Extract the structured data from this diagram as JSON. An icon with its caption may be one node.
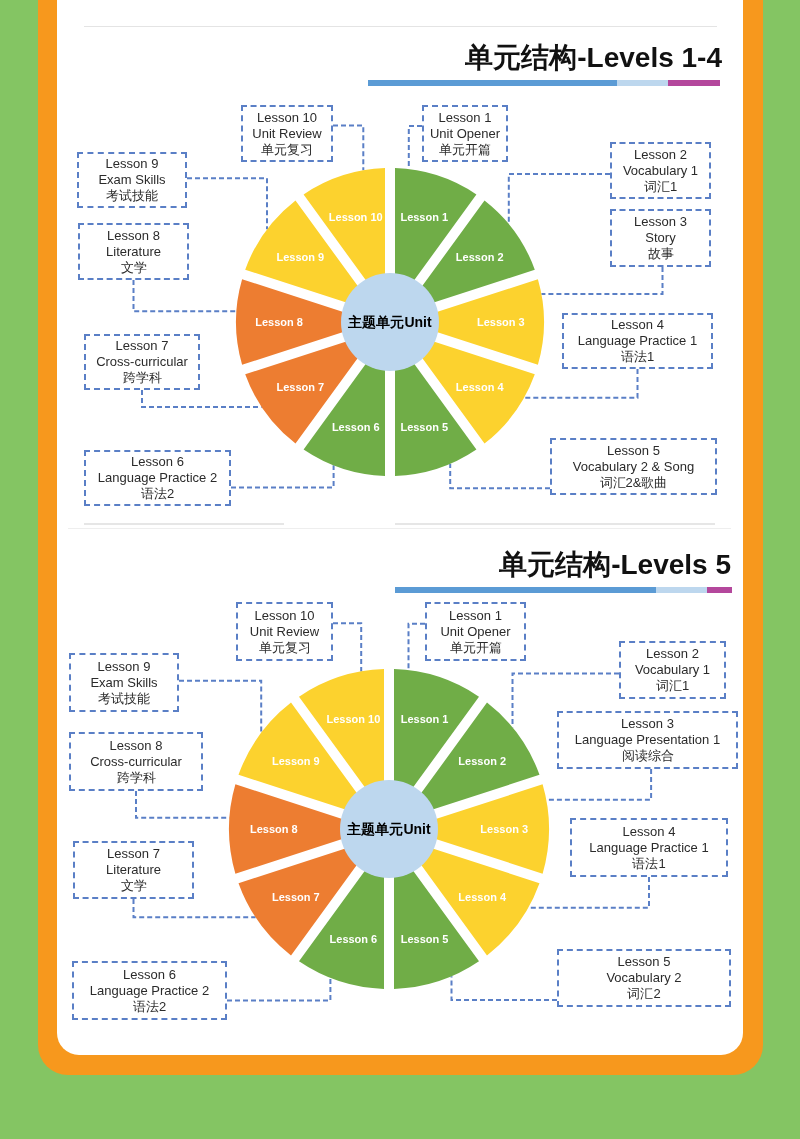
{
  "diagram": {
    "nodes": [
      {
        "text": [
          "主题单元Unit"
        ]
      },
      {
        "text": [
          "Lesson 1"
        ]
      },
      {
        "text": [
          "Lesson 2"
        ]
      },
      {
        "text": [
          "Lesson 3"
        ]
      },
      {
        "text": [
          "Lesson 4"
        ]
      },
      {
        "text": [
          "Lesson 5"
        ]
      },
      {
        "text": [
          "Lesson 6"
        ]
      },
      {
        "text": [
          "Lesson 7"
        ]
      },
      {
        "text": [
          "Lesson 8"
        ]
      },
      {
        "text": [
          "Lesson 9"
        ]
      },
      {
        "text": [
          "Lesson 10"
        ]
      },
      {
        "text": [
          "Lesson 1",
          "Unit Opener",
          "单元开篇"
        ]
      },
      {
        "text": [
          "Lesson 2",
          "Vocabulary 1",
          "词汇1"
        ]
      },
      {
        "text": [
          "Lesson 3",
          "Story",
          "故事"
        ]
      },
      {
        "text": [
          "Lesson 4",
          "Language Practice 1",
          "语法1"
        ]
      },
      {
        "text": [
          "Lesson 5",
          "Vocabulary 2 & Song",
          "词汇2&歌曲"
        ]
      },
      {
        "text": [
          "Lesson 6",
          "Language Practice 2",
          "语法2"
        ]
      },
      {
        "text": [
          "Lesson 7",
          "Cross-curricular",
          "跨学科"
        ]
      },
      {
        "text": [
          "Lesson 8",
          "Literature",
          "文学"
        ]
      },
      {
        "text": [
          "Lesson 9",
          "Exam Skills",
          "考试技能"
        ]
      },
      {
        "text": [
          "Lesson 10",
          "Unit Review",
          "单元复习"
        ]
      },
      {
        "text": [
          "主题单元Unit"
        ]
      },
      {
        "text": [
          "Lesson 1"
        ]
      },
      {
        "text": [
          "Lesson 2"
        ]
      },
      {
        "text": [
          "Lesson 3"
        ]
      },
      {
        "text": [
          "Lesson 4"
        ]
      },
      {
        "text": [
          "Lesson 5"
        ]
      },
      {
        "text": [
          "Lesson 6"
        ]
      },
      {
        "text": [
          "Lesson 7"
        ]
      },
      {
        "text": [
          "Lesson 8"
        ]
      },
      {
        "text": [
          "Lesson 9"
        ]
      },
      {
        "text": [
          "Lesson 10"
        ]
      },
      {
        "text": [
          "Lesson 1",
          "Unit Opener",
          "单元开篇"
        ]
      },
      {
        "text": [
          "Lesson 2",
          "Vocabulary 1",
          "词汇1"
        ]
      },
      {
        "text": [
          "Lesson 3",
          "Language Presentation 1",
          "阅读综合"
        ]
      },
      {
        "text": [
          "Lesson 4",
          "Language Practice 1",
          "语法1"
        ]
      },
      {
        "text": [
          "Lesson 5",
          "Vocabulary 2",
          "词汇2"
        ]
      },
      {
        "text": [
          "Lesson 6",
          "Language Practice 2",
          "语法2"
        ]
      },
      {
        "text": [
          "Lesson 7",
          "Literature",
          "文学"
        ]
      },
      {
        "text": [
          "Lesson 8",
          "Cross-curricular",
          "跨学科"
        ]
      },
      {
        "text": [
          "Lesson 9",
          "Exam Skills",
          "考试技能"
        ]
      },
      {
        "text": [
          "Lesson 10",
          "Unit Review",
          "单元复习"
        ]
      }
    ],
    "edges": [
      {
        "from": 11,
        "to": 1,
        "arrow": "none",
        "style": "dashed"
      },
      {
        "from": 12,
        "to": 2,
        "arrow": "none",
        "style": "dashed"
      },
      {
        "from": 13,
        "to": 3,
        "arrow": "none",
        "style": "dashed"
      },
      {
        "from": 14,
        "to": 4,
        "arrow": "none",
        "style": "dashed"
      },
      {
        "from": 15,
        "to": 5,
        "arrow": "none",
        "style": "dashed"
      },
      {
        "from": 16,
        "to": 6,
        "arrow": "none",
        "style": "dashed"
      },
      {
        "from": 17,
        "to": 7,
        "arrow": "none",
        "style": "dashed"
      },
      {
        "from": 18,
        "to": 8,
        "arrow": "none",
        "style": "dashed"
      },
      {
        "from": 19,
        "to": 9,
        "arrow": "none",
        "style": "dashed"
      },
      {
        "from": 20,
        "to": 10,
        "arrow": "none",
        "style": "dashed"
      },
      {
        "from": 32,
        "to": 22,
        "arrow": "none",
        "style": "dashed"
      },
      {
        "from": 33,
        "to": 23,
        "arrow": "none",
        "style": "dashed"
      },
      {
        "from": 34,
        "to": 24,
        "arrow": "none",
        "style": "dashed"
      },
      {
        "from": 35,
        "to": 25,
        "arrow": "none",
        "style": "dashed"
      },
      {
        "from": 36,
        "to": 26,
        "arrow": "none",
        "style": "dashed"
      },
      {
        "from": 37,
        "to": 27,
        "arrow": "none",
        "style": "dashed"
      },
      {
        "from": 38,
        "to": 28,
        "arrow": "none",
        "style": "dashed"
      },
      {
        "from": 39,
        "to": 29,
        "arrow": "none",
        "style": "dashed"
      },
      {
        "from": 40,
        "to": 30,
        "arrow": "none",
        "style": "dashed"
      },
      {
        "from": 41,
        "to": 31,
        "arrow": "none",
        "style": "dashed"
      }
    ],
    "labels": [
      "单元结构-Levels 1-4",
      "单元结构-Levels 5"
    ]
  }
}
